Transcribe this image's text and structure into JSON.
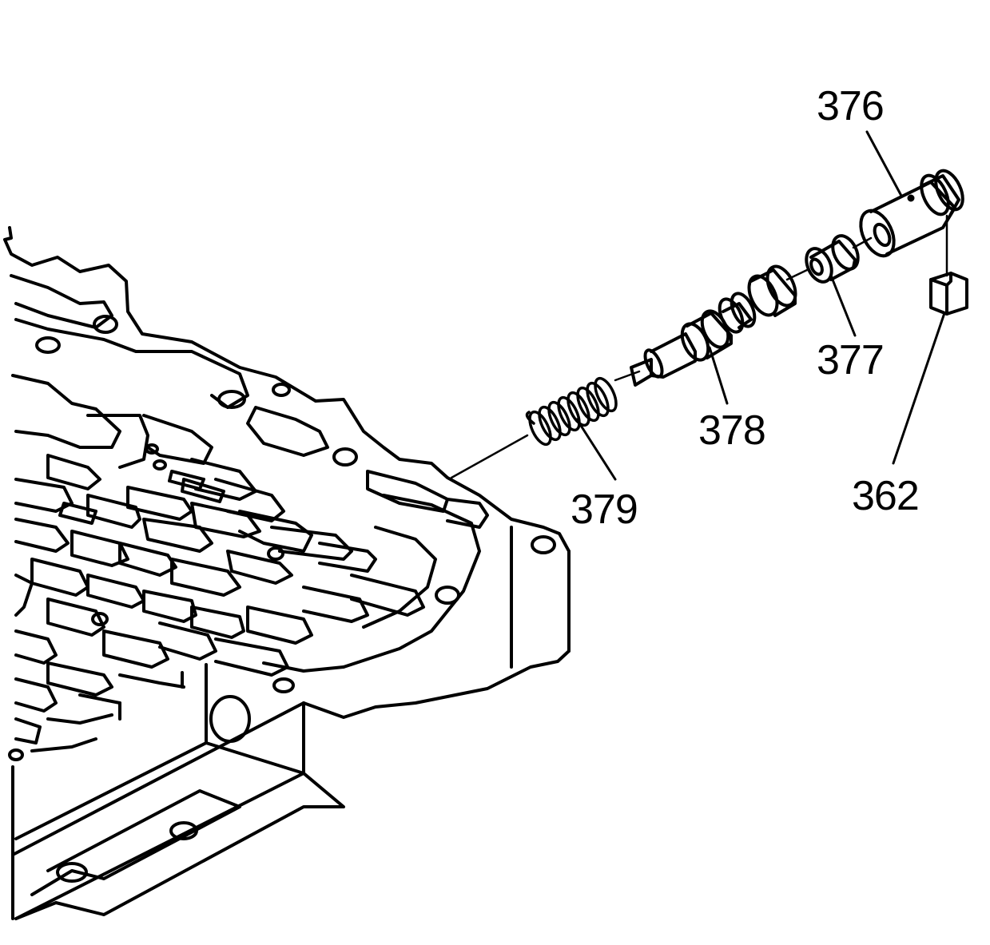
{
  "diagram": {
    "callouts": {
      "c376": "376",
      "c377": "377",
      "c378": "378",
      "c379": "379",
      "c362": "362"
    },
    "colors": {
      "line": "#000000",
      "background": "#ffffff"
    }
  }
}
